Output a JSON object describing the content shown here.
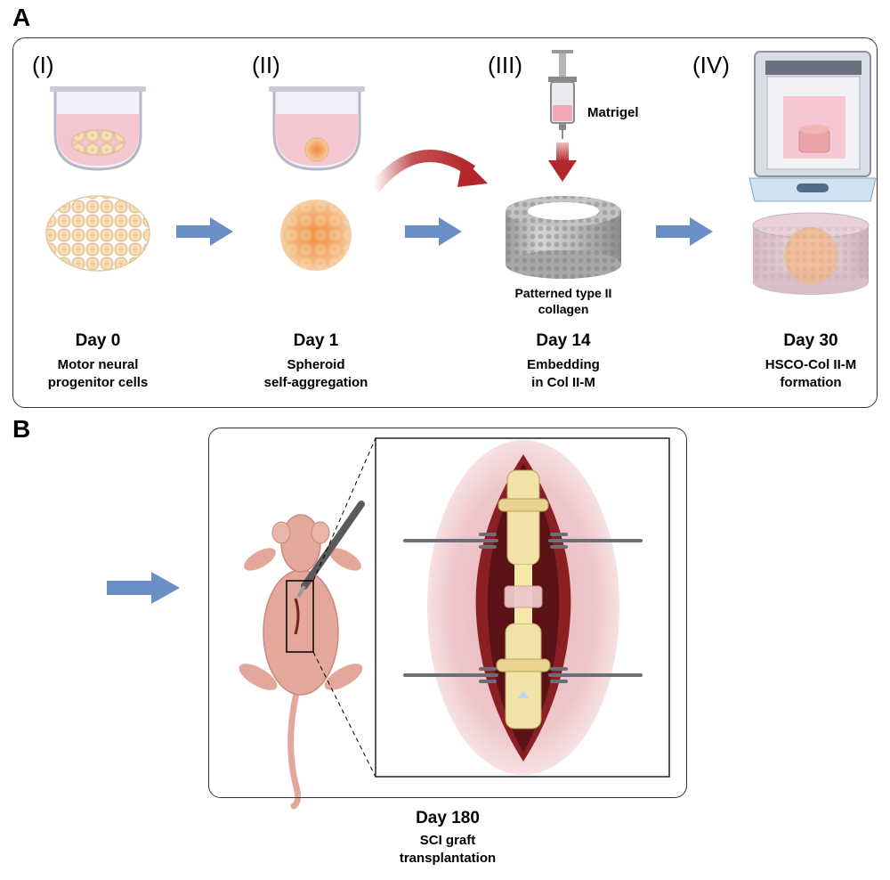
{
  "panels": {
    "a_label": "A",
    "b_label": "B"
  },
  "stages": [
    {
      "numeral": "(I)",
      "day": "Day 0",
      "desc_line1": "Motor neural",
      "desc_line2": "progenitor cells"
    },
    {
      "numeral": "(II)",
      "day": "Day 1",
      "desc_line1": "Spheroid",
      "desc_line2": "self-aggregation"
    },
    {
      "numeral": "(III)",
      "day": "Day 14",
      "desc_line1": "Embedding",
      "desc_line2": "in Col II-M"
    },
    {
      "numeral": "(IV)",
      "day": "Day 30",
      "desc_line1": "HSCO-Col II-M",
      "desc_line2": "formation"
    }
  ],
  "labels": {
    "matrigel": "Matrigel",
    "collagen_line1": "Patterned type II",
    "collagen_line2": "collagen"
  },
  "panel_b": {
    "day": "Day 180",
    "desc_line1": "SCI graft",
    "desc_line2": "transplantation"
  },
  "colors": {
    "arrow_blue": "#6a8fc7",
    "curve_red": "#b3262a",
    "cell_fill": "#f6dcb2",
    "medium_pink": "#f4c6cf",
    "bone": "#f1e2a8",
    "tissue": "#e8b7bc",
    "skin": "#e3a79b"
  }
}
